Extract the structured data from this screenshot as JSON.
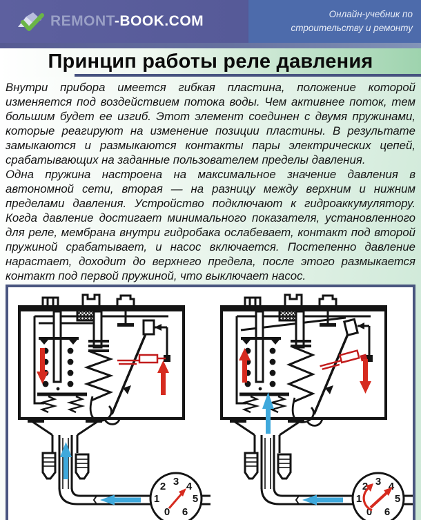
{
  "header": {
    "logo": {
      "part1": "REMONT",
      "part2": "-BOOK.COM"
    },
    "tagline": "Онлайн-учебник по строительству и ремонту"
  },
  "title": "Принцип работы реле давления",
  "article": {
    "paragraphs": [
      "Внутри прибора имеется гибкая пластина, положение которой изменяется под воздействием потока воды. Чем активнее поток, тем большим будет ее изгиб. Этот элемент соединен с двумя пружинами, которые реагируют на изменение позиции пластины. В результате замыкаются и размыкаются контакты пары электрических цепей, срабатывающих на заданные пользователем пределы давления.",
      "Одна пружина настроена на максимальное значение давления в автономной сети, вторая — на разницу между верхним и нижним пределами давления. Устройство подключают к гидроаккумулятору. Когда давление достигает минимального показателя, установленного для реле, мембрана внутри гидробака ослабевает, контакт под второй пружиной срабатывает, и насос включается. Постепенно давление нарастает, доходит до верхнего предела, после этого размыкается контакт под первой пружиной, что выключает насос."
    ]
  },
  "diagram": {
    "gauge_numbers": [
      "0",
      "1",
      "2",
      "3",
      "4",
      "5",
      "6"
    ],
    "colors": {
      "line": "#141414",
      "red_accent": "#d62b1f",
      "blue_flow": "#3fa9dc",
      "panel_border": "#49557f",
      "header_purple": "#5d609f",
      "header_blue": "#4d6bab",
      "title_green": "#9ed3ae"
    }
  }
}
